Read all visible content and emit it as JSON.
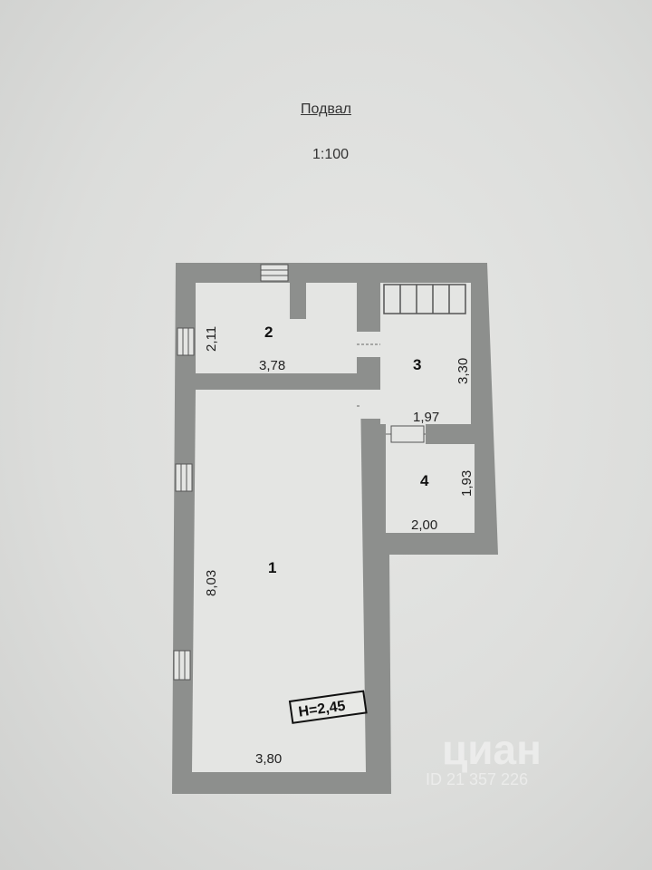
{
  "header": {
    "title": "Подвал",
    "scale": "1:100"
  },
  "rooms": [
    {
      "number": "1",
      "width": "3,80",
      "length": "8,03"
    },
    {
      "number": "2",
      "width": "3,78",
      "length": "2,11"
    },
    {
      "number": "3",
      "width": "1,97",
      "length": "3,30"
    },
    {
      "number": "4",
      "width": "2,00",
      "length": "1,93"
    }
  ],
  "height_label": "H=2,45",
  "watermark": {
    "brand": "циан",
    "id": "ID 21 357 226"
  },
  "colors": {
    "wall": "#8d8f8d",
    "floor": "#e4e5e3",
    "paper": "#dcdddb"
  }
}
